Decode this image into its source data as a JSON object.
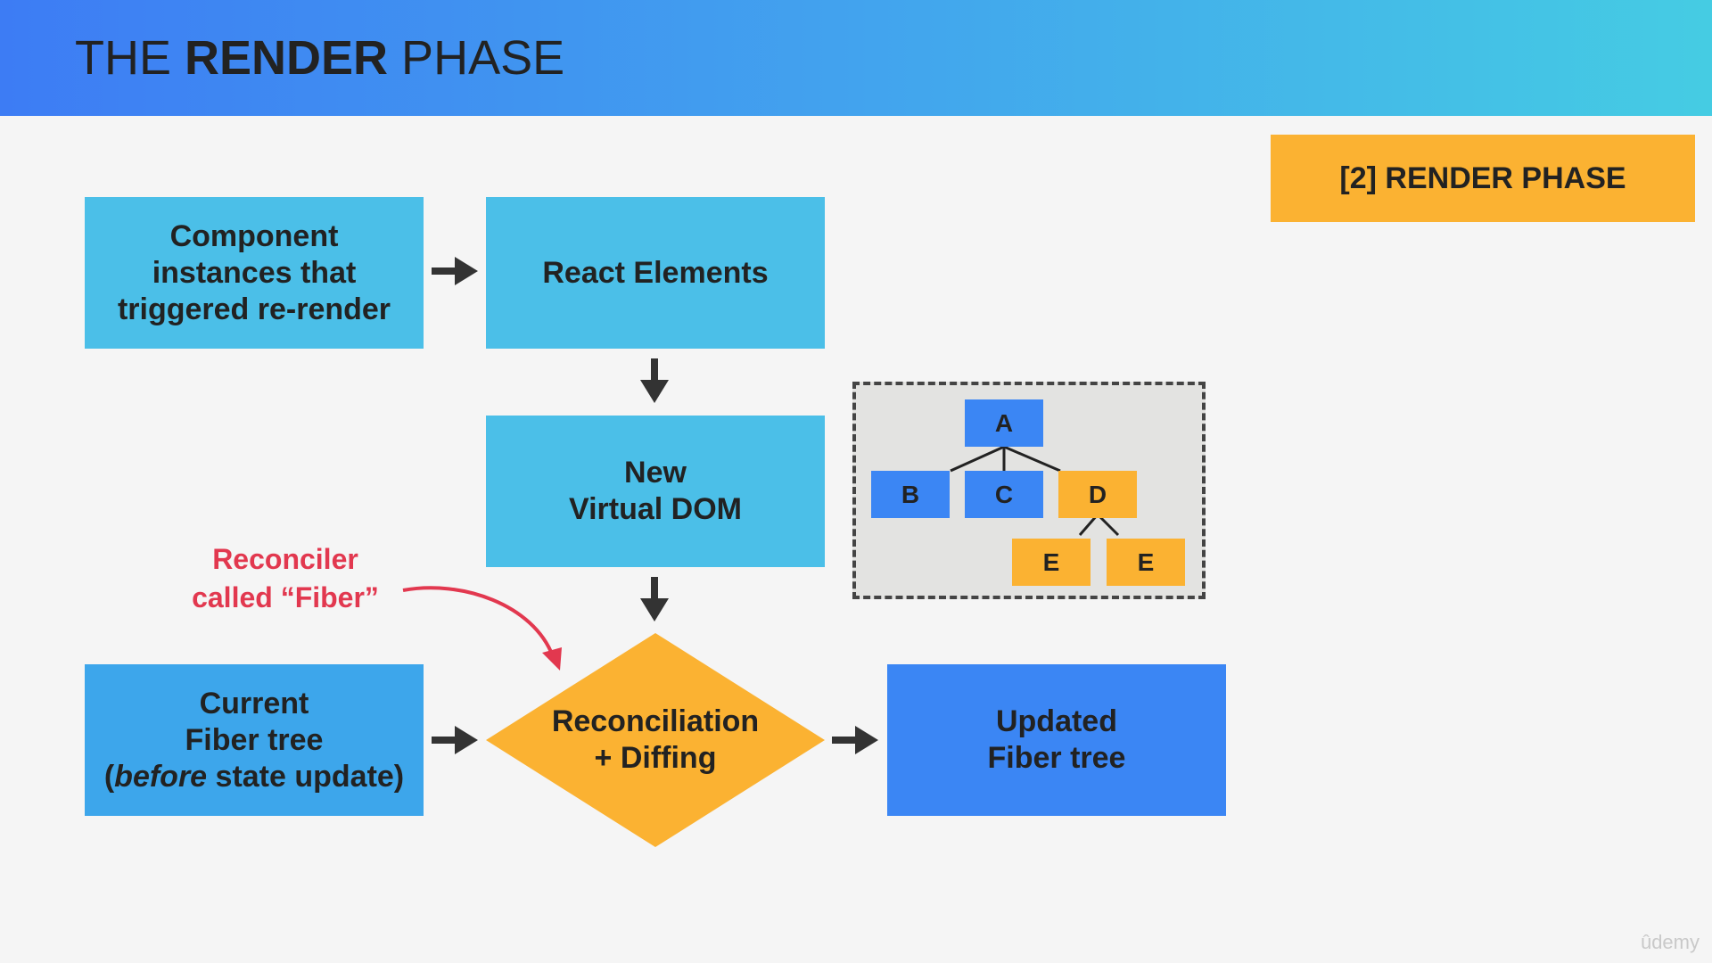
{
  "header": {
    "title_part1": "THE ",
    "title_part2": "RENDER",
    "title_part3": " PHASE"
  },
  "badge": "[2] RENDER PHASE",
  "boxes": {
    "component_instances": [
      "Component",
      "instances that",
      "triggered re-render"
    ],
    "react_elements": "React Elements",
    "new_vdom": [
      "New",
      "Virtual DOM"
    ],
    "current_fiber": [
      "Current",
      "Fiber tree"
    ],
    "current_fiber_line3_italic": "before",
    "current_fiber_line3_rest": " state update)",
    "current_fiber_line3_open": "(",
    "reconciliation": [
      "Reconciliation",
      "+ Diffing"
    ],
    "updated_fiber": [
      "Updated",
      "Fiber tree"
    ]
  },
  "annotation": [
    "Reconciler",
    "called “Fiber”"
  ],
  "tree": {
    "a": "A",
    "b": "B",
    "c": "C",
    "d": "D",
    "e1": "E",
    "e2": "E"
  },
  "colors": {
    "light_blue": "#4bbfe8",
    "mid_blue": "#3da6eb",
    "dark_blue": "#3b86f4",
    "yellow": "#fbb232",
    "red": "#e2384f"
  },
  "watermark": "ûdemy"
}
